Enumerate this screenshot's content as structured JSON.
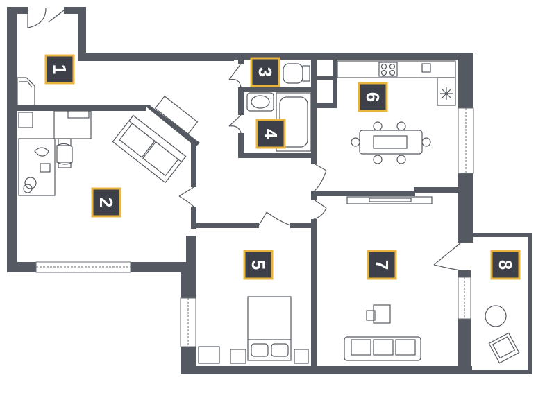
{
  "rooms": [
    {
      "id": "1",
      "label": "1"
    },
    {
      "id": "2",
      "label": "2"
    },
    {
      "id": "3",
      "label": "3"
    },
    {
      "id": "4",
      "label": "4"
    },
    {
      "id": "5",
      "label": "5"
    },
    {
      "id": "6",
      "label": "6"
    },
    {
      "id": "7",
      "label": "7"
    },
    {
      "id": "8",
      "label": "8"
    }
  ],
  "colors": {
    "wall": "#555961",
    "label_fill": "#3d4049",
    "label_border": "#e8b43c",
    "label_text": "#ffffff"
  }
}
